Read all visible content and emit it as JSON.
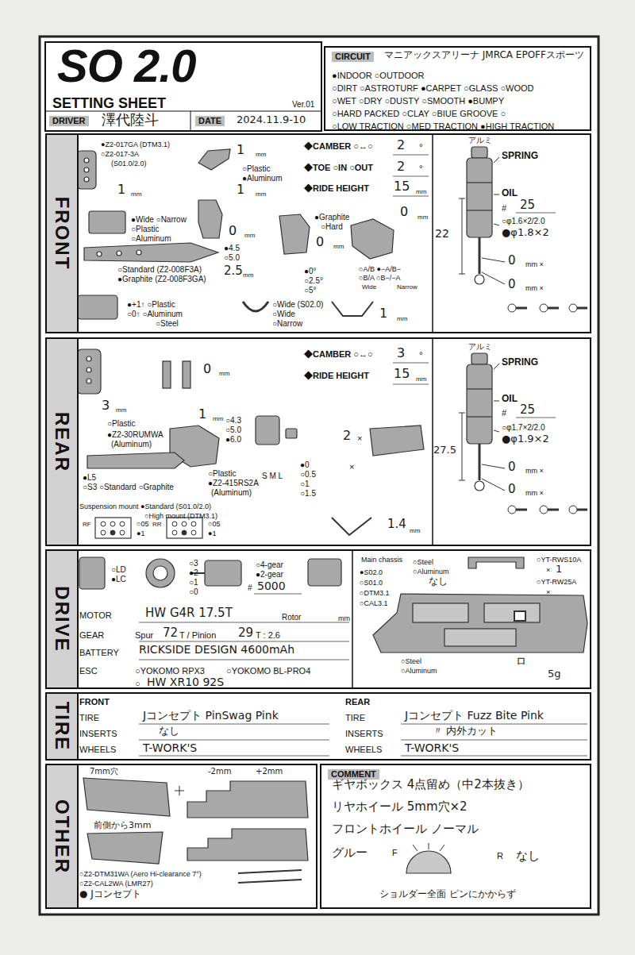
{
  "diagram": {
    "title": "SO 2.0",
    "nodes": [
      {
        "text": [
          "FRONT"
        ]
      },
      {
        "text": [
          "REAR"
        ]
      },
      {
        "text": [
          "DRIVE"
        ]
      },
      {
        "text": [
          "TIRE"
        ]
      },
      {
        "text": [
          "OTHER"
        ]
      },
      {
        "text": [
          "CIRCUIT",
          "マニアックスアリーナ JMRCA EPOFFスポーツ"
        ]
      },
      {
        "text": [
          "COMMENT"
        ]
      }
    ],
    "labels": [
      "SETTING SHEET",
      "Ver.01",
      "DRIVER",
      "澤代陸斗",
      "DATE",
      "2024.11.9-10",
      "●INDOOR ○OUTDOOR",
      "○DIRT ○ASTROTURF ●CARPET ○GLASS ○WOOD",
      "○WET ○DRY ○DUSTY ○SMOOTH ●BUMPY",
      "○HARD PACKED ○CLAY ○BIUE GROOVE ○",
      "○LOW TRACTION ○MED TRACTION ●HIGH TRACTION",
      "●Z2-017GA (DTM3.1)",
      "○Z2-017-3A",
      "(S01.0/2.0)",
      "1",
      "mm",
      "○Plastic",
      "●Aluminum",
      "1",
      "mm",
      "1",
      "mm",
      "◆CAMBER ○↔○",
      "2",
      "°",
      "◆TOE ○IN ○OUT",
      "2",
      "°",
      "◆RIDE HEIGHT",
      "15",
      "mm",
      "●Wide ○Narrow",
      "○Plastic",
      "○Aluminum",
      "0",
      "mm",
      "●4.5",
      "○5.0",
      "2.5",
      "mm",
      "○Standard (Z2-008F3A)",
      "●Graphite (Z2-008F3GA)",
      "●Graphite",
      "○Hard",
      "0",
      "mm",
      "0",
      "mm",
      "●0°",
      "○2.5°",
      "○5°",
      "○A/B ●−A/B−",
      "○B/A ○B−/−A",
      "Wide",
      "Narrow",
      "●+1↑ ○Plastic",
      "○0↑ ○Aluminum",
      "○Steel",
      "○Wide (S02.0)",
      "○Wide",
      "○Narrow",
      "1",
      "mm",
      "アルミ",
      "SPRING",
      "OIL",
      "#",
      "25",
      "○φ1.6×2/2.0",
      "●φ1.8×2",
      "22",
      "0",
      "mm ×",
      "0",
      "mm ×",
      "0",
      "mm",
      "◆CAMBER ○↔○",
      "3",
      "°",
      "◆RIDE HEIGHT",
      "15",
      "mm",
      "3",
      "mm",
      "1",
      "mm",
      "○Plastic",
      "●Z2-30RUMWA",
      "(Aluminum)",
      "○4.3",
      "○5.0",
      "●6.0",
      "○Plastic",
      "●Z2-415RS2A",
      "(Aluminum)",
      "S M L",
      "●0",
      "○0.5",
      "○1",
      "○1.5",
      "2",
      "×",
      "×",
      "●L5",
      "○S3 ○Standard ○Graphite",
      "Suspension mount ●Standard (S01.0/2.0)",
      "○High mount (DTM3.1)",
      "RF",
      "○05",
      "●1",
      "RR",
      "○05",
      "●1",
      "1.4",
      "mm",
      "アルミ",
      "SPRING",
      "OIL",
      "#",
      "25",
      "○φ1.7×2/2.0",
      "●φ1.9×2",
      "27.5",
      "0",
      "mm ×",
      "0",
      "mm ×",
      "○LD",
      "●LC",
      "○3",
      "●2",
      "○1",
      "○0",
      "○4-gear",
      "●2-gear",
      "#",
      "5000",
      "MOTOR",
      "HW G4R 17.5T",
      "Rotor",
      "mm",
      "GEAR",
      "Spur",
      "72",
      "T / Pinion",
      "29",
      "T : 2.6",
      "BATTERY",
      "RICKSIDE DESIGN 4600mAh",
      "ESC",
      "○YOKOMO RPX3",
      "○YOKOMO BL-PRO4",
      "○",
      "HW XR10 92S",
      "Main chassis",
      "●S02.0",
      "○S01.0",
      "○DTM3.1",
      "○CAL3.1",
      "○Steel",
      "○Aluminum",
      "なし",
      "○YT-RWS10A",
      "×",
      "1",
      "○YT-RW25A",
      "×",
      "○Steel",
      "○Aluminum",
      "ロ",
      "5g",
      "FRONT",
      "TIRE",
      "INSERTS",
      "WHEELS",
      "Jコンセプト PinSwag Pink",
      "なし",
      "T-WORK'S",
      "REAR",
      "TIRE",
      "INSERTS",
      "WHEELS",
      "Jコンセプト Fuzz Bite Pink",
      "〃 内外カット",
      "T-WORK'S",
      "7mm穴",
      "前側から3mm",
      "-2mm",
      "+2mm",
      "○Z2-DTM31WA (Aero Hi-clearance 7°)",
      "○Z2-CAL2WA (LMR27)",
      "● Jコンセプト",
      "ギヤボックス 4点留め（中2本抜き）",
      "リヤホイール 5mm穴×2",
      "フロントホイール ノーマル",
      "グルー",
      "F",
      "R",
      "なし",
      "ショルダー全面 ピンにかからず"
    ]
  }
}
